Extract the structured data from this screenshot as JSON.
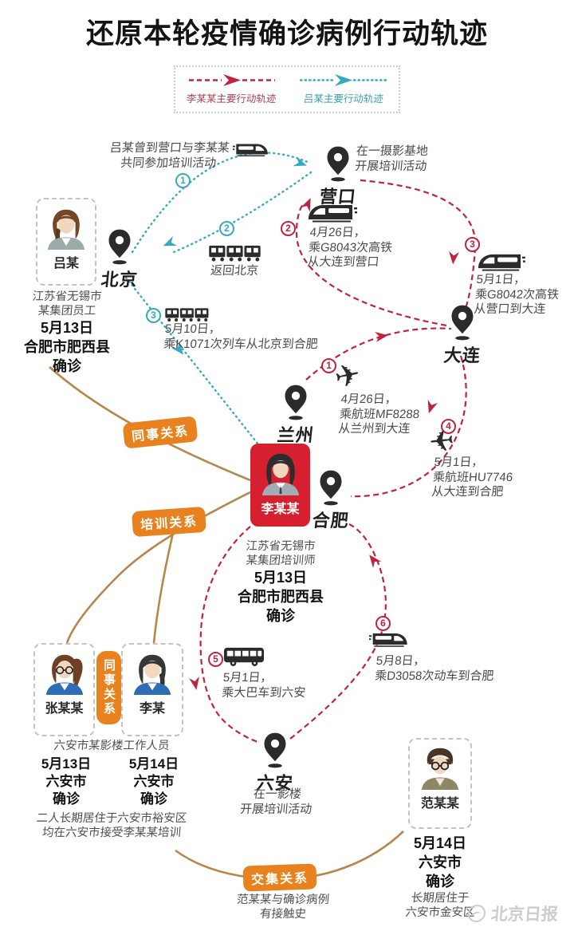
{
  "title": "还原本轮疫情确诊病例行动轨迹",
  "legend": {
    "li_label": "李某某主要行动轨迹",
    "lv_label": "吕某主要行动轨迹"
  },
  "locations": {
    "beijing": "北京",
    "yingkou": "营口",
    "dalian": "大连",
    "lanzhou": "兰州",
    "hefei": "合肥",
    "luan": "六安"
  },
  "badges": {
    "colleague": "同事关系",
    "training": "培训关系",
    "colleague_vertical": "同事关系",
    "intersection": "交集关系"
  },
  "persons": {
    "lv": {
      "name": "吕某",
      "desc1": "江苏省无锡市",
      "desc2": "某集团员工",
      "date": "5月13日",
      "place": "合肥市肥西县",
      "status": "确诊"
    },
    "li": {
      "name": "李某某",
      "desc1": "江苏省无锡市",
      "desc2": "某集团培训师",
      "date": "5月13日",
      "place": "合肥市肥西县",
      "status": "确诊"
    },
    "zhang": {
      "name": "张某某",
      "date": "5月13日",
      "place": "六安市",
      "status": "确诊"
    },
    "limou": {
      "name": "李某",
      "date": "5月14日",
      "place": "六安市",
      "status": "确诊"
    },
    "fan": {
      "name": "范某某",
      "date": "5月14日",
      "place": "六安市",
      "status": "确诊",
      "note1": "长期居住于",
      "note2": "六安市金安区"
    }
  },
  "notes": {
    "lv_trip1": "吕某曾到营口与李某某",
    "lv_trip2": "共同参加培训活动",
    "yingkou1": "在一摄影基地",
    "yingkou2": "开展培训活动",
    "return_beijing": "返回北京",
    "k1071_date": "5月10日，",
    "k1071_route": "乘K1071次列车从北京到合肥",
    "g8043_date": "4月26日，",
    "g8043_train": "乘G8043次高铁",
    "g8043_route": "从大连到营口",
    "g8042_date": "5月1日，",
    "g8042_train": "乘G8042次高铁",
    "g8042_route": "从营口到大连",
    "mf8288_date": "4月26日，",
    "mf8288_flight": "乘航班MF8288",
    "mf8288_route": "从兰州到大连",
    "hu7746_date": "5月1日，",
    "hu7746_flight": "乘航班HU7746",
    "hu7746_route": "从大连到合肥",
    "bus_date": "5月1日，",
    "bus_route": "乘大巴车到六安",
    "d3058_date": "5月8日，",
    "d3058_route": "乘D3058次动车到合肥",
    "luan1": "在一影楼",
    "luan2": "开展培训活动",
    "zhangli_job": "六安市某影楼工作人员",
    "zhangli_note1": "二人长期居住于六安市裕安区",
    "zhangli_note2": "均在六安市接受李某某培训",
    "fan_contact1": "范某某与确诊病例",
    "fan_contact2": "有接触史"
  },
  "steps": {
    "blue": [
      "1",
      "2",
      "3"
    ],
    "red": [
      "1",
      "2",
      "3",
      "4",
      "5",
      "6"
    ]
  },
  "watermark": "北京日报",
  "colors": {
    "red_path": "#c02340",
    "teal_path": "#35a9c2",
    "badge_orange": "#e8821e",
    "relation_brown": "#b5874c",
    "card_red": "#d6202f"
  }
}
